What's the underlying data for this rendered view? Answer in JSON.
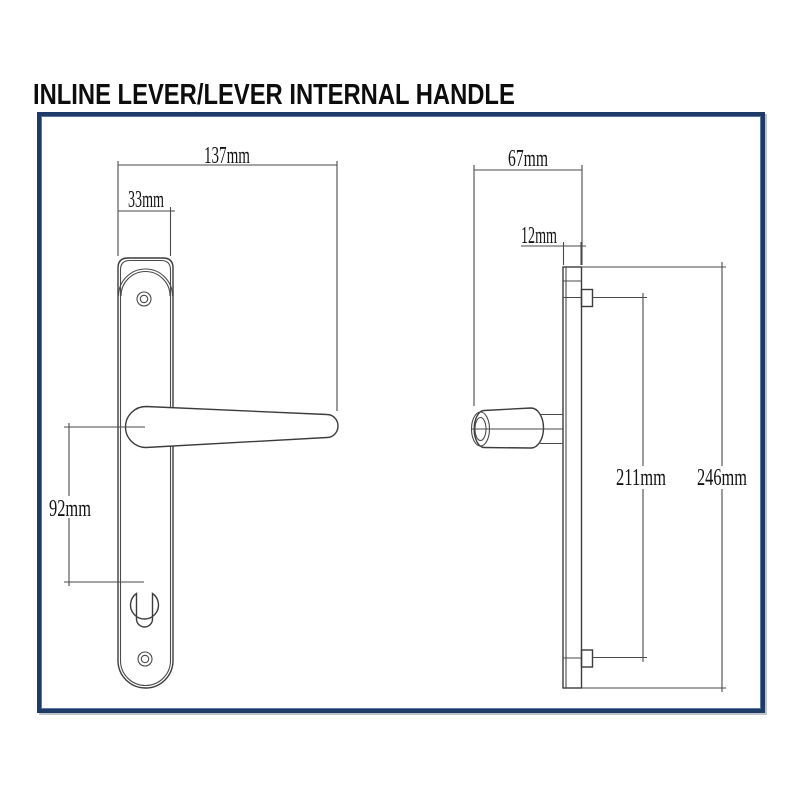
{
  "title": "INLINE LEVER/LEVER INTERNAL HANDLE",
  "colors": {
    "frame_blue": "#1e3a66",
    "line_gray": "#4a4a4a"
  },
  "front_view": {
    "dims": {
      "lever_length": "137mm",
      "plate_width": "33mm",
      "lever_to_cylinder_centres": "92mm"
    }
  },
  "side_view": {
    "dims": {
      "projection": "67mm",
      "plate_depth": "12mm",
      "fixing_clip_centres": "211mm",
      "plate_height": "246mm"
    }
  }
}
